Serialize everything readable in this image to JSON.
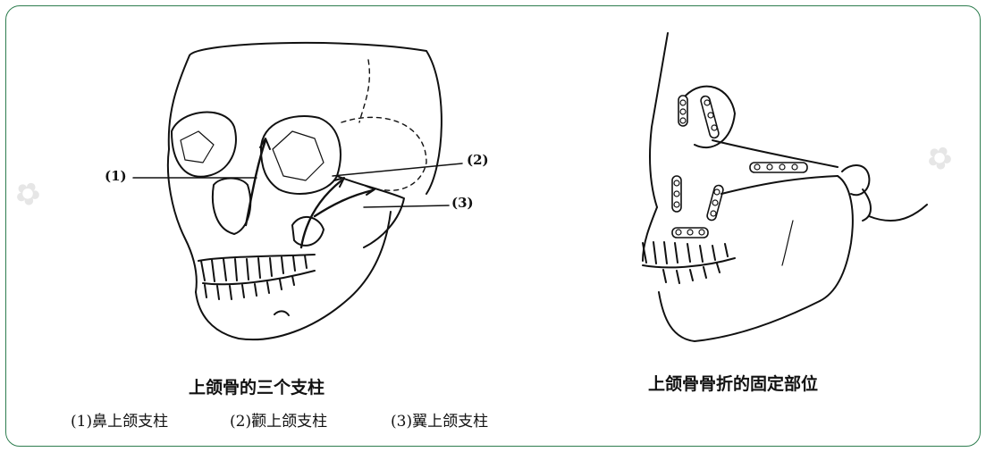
{
  "left_figure": {
    "title": "上颌骨的三个支柱",
    "callouts": [
      "(1)",
      "(2)",
      "(3)"
    ],
    "legend": [
      "(1)鼻上颌支柱",
      "(2)颧上颌支柱",
      "(3)翼上颌支柱"
    ]
  },
  "right_figure": {
    "title": "上颌骨骨折的固定部位"
  },
  "colors": {
    "frame": "#2e7d4f",
    "line": "#111111",
    "watermark": "#e6e6e6"
  }
}
